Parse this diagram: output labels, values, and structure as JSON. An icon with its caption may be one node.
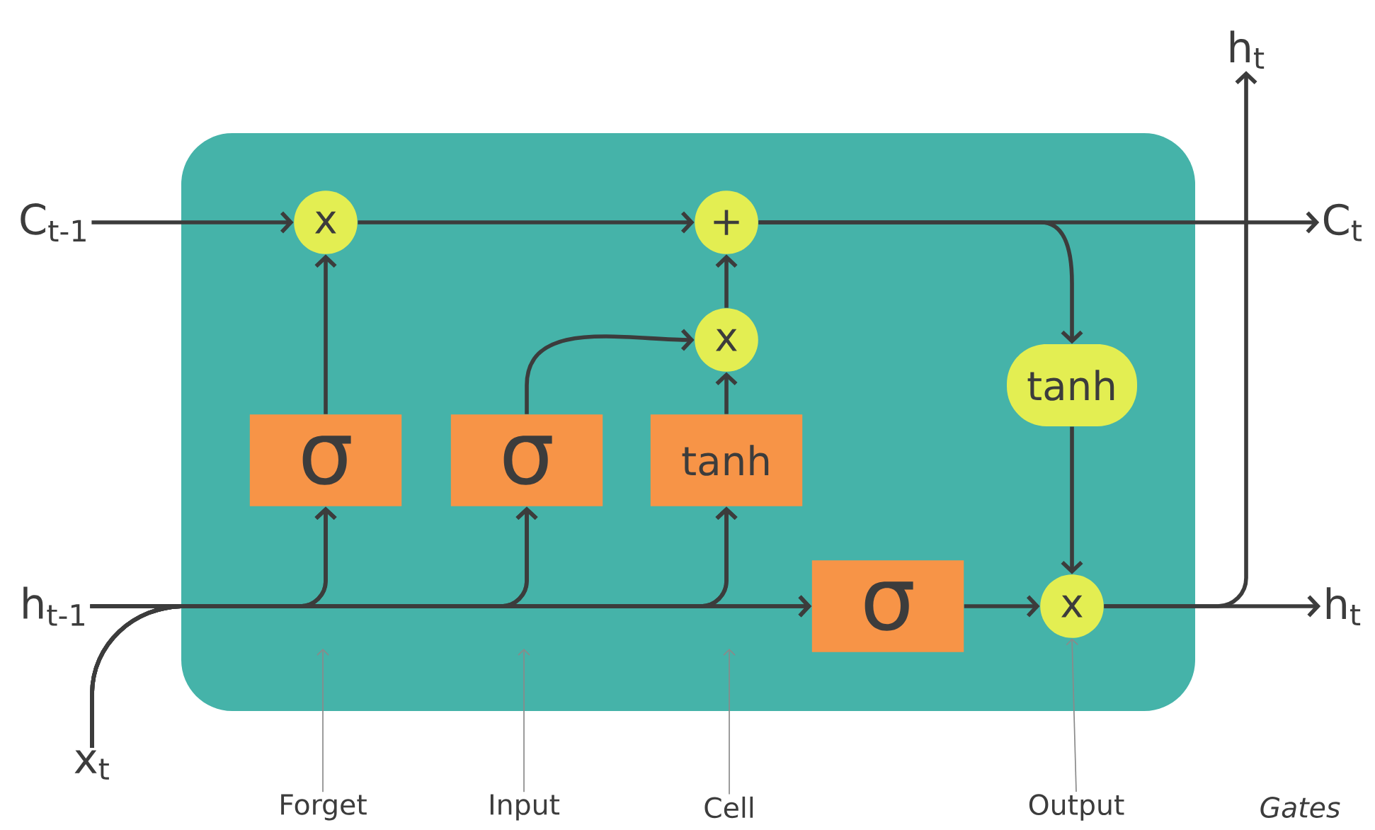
{
  "diagram": {
    "nodes": [
      {
        "text": [],
        "shape": "box"
      },
      {
        "text": [
          "C$_{t-1}$"
        ]
      },
      {
        "text": [
          "h$_{t-1}$"
        ]
      },
      {
        "text": [
          "x$_{t}$"
        ]
      },
      {
        "text": [
          "x"
        ],
        "in": 0
      },
      {
        "text": [
          "+"
        ],
        "in": 0
      },
      {
        "text": [
          "x"
        ],
        "in": 0
      },
      {
        "text": [
          "σ"
        ],
        "in": 0
      },
      {
        "text": [
          "σ"
        ],
        "in": 0
      },
      {
        "text": [
          "tanh"
        ],
        "in": 0
      },
      {
        "text": [
          "σ"
        ],
        "in": 0
      },
      {
        "text": [
          "tanh"
        ],
        "in": 0
      },
      {
        "text": [
          "x"
        ],
        "in": 0
      },
      {
        "text": [
          "C$_{t}$"
        ]
      },
      {
        "text": [
          "h$_{t}$"
        ]
      },
      {
        "text": [
          "h$_{t}$"
        ]
      },
      {
        "text": [
          "Forget"
        ]
      },
      {
        "text": [
          "Input"
        ]
      },
      {
        "text": [
          "Cell"
        ]
      },
      {
        "text": [
          "Output"
        ]
      }
    ],
    "edges": [
      {
        "from": 1,
        "to": 4,
        "arrow": "to"
      },
      {
        "from": 7,
        "to": 4,
        "arrow": "to"
      },
      {
        "from": 4,
        "to": 5,
        "arrow": "to"
      },
      {
        "from": 9,
        "to": 6,
        "arrow": "to"
      },
      {
        "from": 8,
        "to": 6,
        "arrow": "to"
      },
      {
        "from": 6,
        "to": 5,
        "arrow": "to"
      },
      {
        "from": 5,
        "to": 13,
        "arrow": "to"
      },
      {
        "from": 5,
        "to": 11,
        "arrow": "to"
      },
      {
        "from": 11,
        "to": 12,
        "arrow": "to"
      },
      {
        "from": 10,
        "to": 12,
        "arrow": "to"
      },
      {
        "from": 12,
        "to": 15,
        "arrow": "to"
      },
      {
        "from": 12,
        "to": 14,
        "arrow": "to"
      },
      {
        "from": 2,
        "to": 7,
        "arrow": "to"
      },
      {
        "from": 2,
        "to": 8,
        "arrow": "to"
      },
      {
        "from": 2,
        "to": 9,
        "arrow": "to"
      },
      {
        "from": 2,
        "to": 10,
        "arrow": "to"
      },
      {
        "from": 3,
        "to": 7,
        "arrow": "to"
      },
      {
        "from": 3,
        "to": 8,
        "arrow": "to"
      },
      {
        "from": 3,
        "to": 9,
        "arrow": "to"
      },
      {
        "from": 3,
        "to": 10,
        "arrow": "to"
      },
      {
        "from": 16,
        "to": null,
        "arrow": "to",
        "color": "#8a8a8a"
      },
      {
        "from": 17,
        "to": null,
        "arrow": "to",
        "color": "#8a8a8a"
      },
      {
        "from": 18,
        "to": null,
        "arrow": "to",
        "color": "#8a8a8a"
      },
      {
        "from": 19,
        "to": 12,
        "arrow": "to",
        "color": "#8a8a8a"
      }
    ],
    "labels": [
      "Gates"
    ]
  }
}
